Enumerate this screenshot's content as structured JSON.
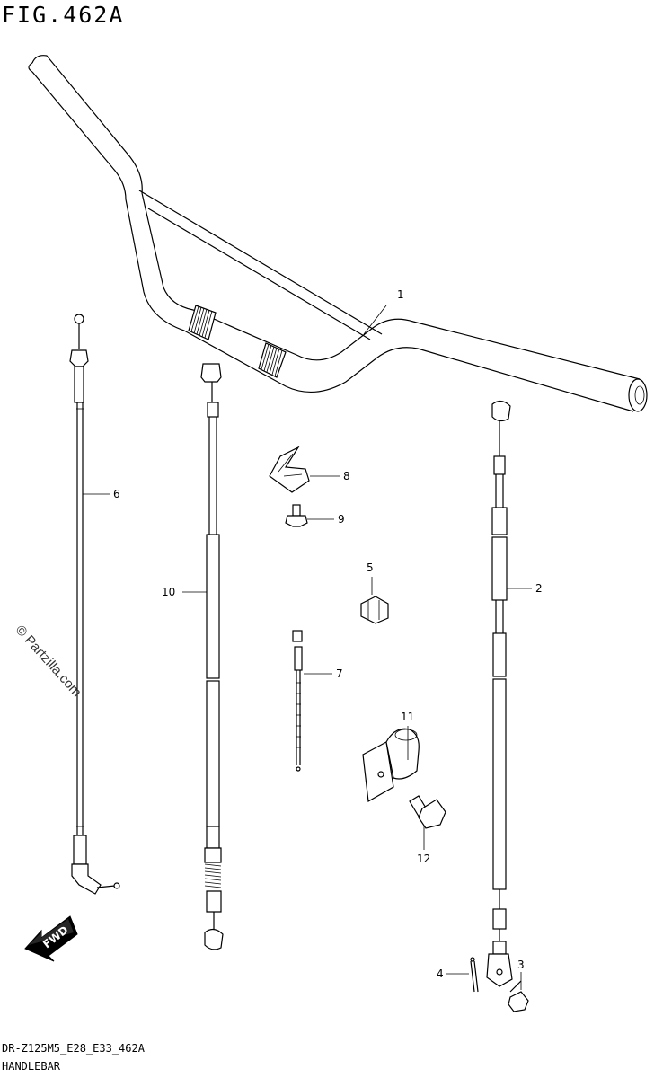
{
  "figure": {
    "title": "FIG.462A",
    "code": "DR-Z125M5_E28_E33_462A",
    "name": "HANDLEBAR",
    "watermark": "© Partzilla.com",
    "fwd_label": "FWD"
  },
  "callouts": {
    "c1": "1",
    "c2": "2",
    "c3": "3",
    "c4": "4",
    "c5": "5",
    "c6": "6",
    "c7": "7",
    "c8": "8",
    "c9": "9",
    "c10": "10",
    "c11": "11",
    "c12": "12"
  }
}
